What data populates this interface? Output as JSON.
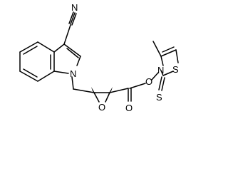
{
  "diagram": {
    "type": "chemical-structure",
    "atom_labels": {
      "nitrile_n": "N",
      "indole_n": "N",
      "epoxide_o": "O",
      "ester_carbonyl_o": "O",
      "ester_link_o": "O",
      "thiazole_n": "N",
      "thiazole_s": "S",
      "thione_s": "S"
    },
    "colors": {
      "ink": "#000000",
      "background": "#ffffff"
    }
  }
}
